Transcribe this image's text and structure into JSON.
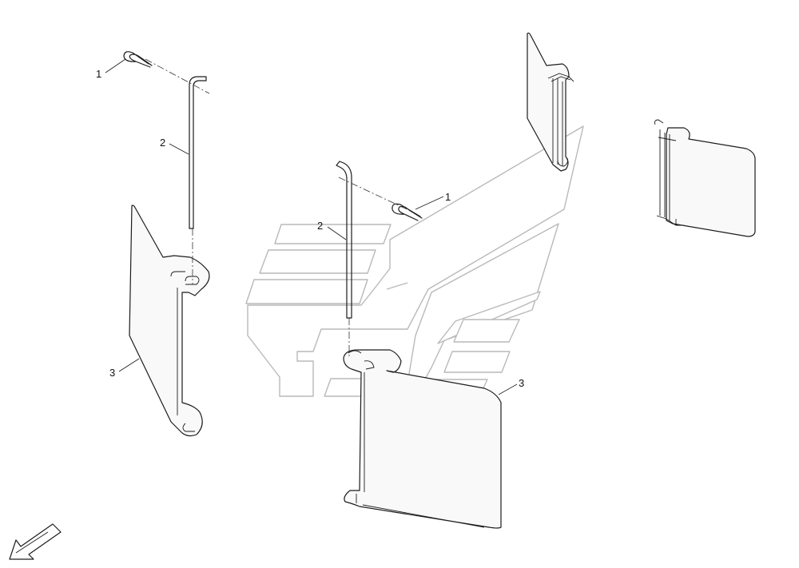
{
  "callouts": {
    "left_clip": "1",
    "left_pin": "2",
    "left_flap": "3",
    "center_clip": "1",
    "center_pin": "2",
    "center_flap": "3"
  },
  "icons": {
    "orientation_arrow": "arrow-down-left-icon"
  }
}
